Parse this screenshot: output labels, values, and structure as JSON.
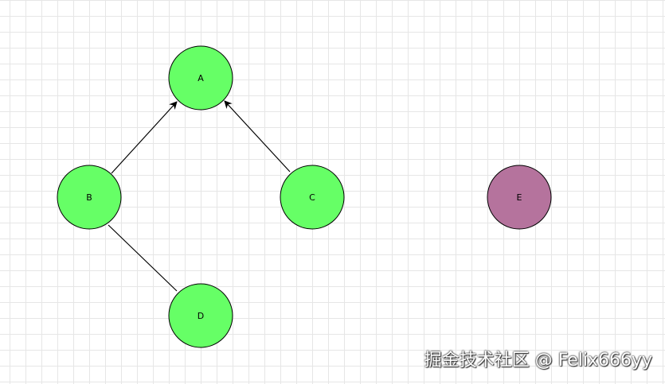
{
  "diagram": {
    "nodes": [
      {
        "id": "A",
        "label": "A",
        "color": "#66ff66"
      },
      {
        "id": "B",
        "label": "B",
        "color": "#66ff66"
      },
      {
        "id": "C",
        "label": "C",
        "color": "#66ff66"
      },
      {
        "id": "D",
        "label": "D",
        "color": "#66ff66"
      },
      {
        "id": "E",
        "label": "E",
        "color": "#b5739d"
      }
    ],
    "edges": [
      {
        "from": "B",
        "to": "A",
        "arrow": true
      },
      {
        "from": "C",
        "to": "A",
        "arrow": true
      },
      {
        "from": "D",
        "to": "B",
        "arrow": false
      }
    ]
  },
  "watermark": "掘金技术社区 @ Felix666yy"
}
